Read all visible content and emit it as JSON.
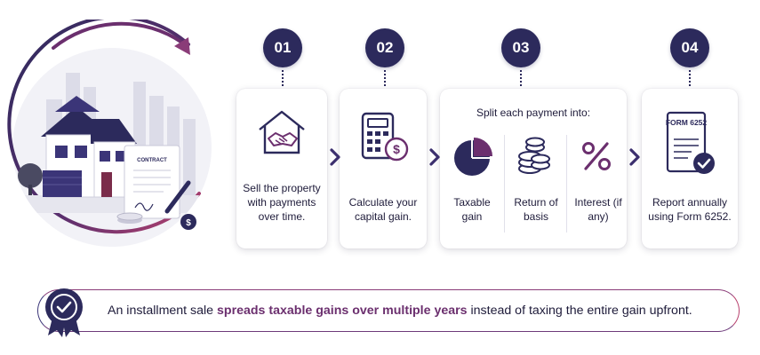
{
  "steps": [
    {
      "number": "01",
      "text": "Sell the property with payments over time."
    },
    {
      "number": "02",
      "text": "Calculate your capital gain."
    },
    {
      "number": "03",
      "title": "Split each payment into:",
      "parts": [
        "Taxable gain",
        "Return of basis",
        "Interest (if any)"
      ]
    },
    {
      "number": "04",
      "text": "Report annually using Form 6252."
    }
  ],
  "illustration": {
    "contract_label": "CONTRACT",
    "form_label": "FORM 6252"
  },
  "banner": {
    "before": "An installment sale ",
    "emphasis": "spreads taxable gains over multiple years",
    "after": " instead of taxing the entire gain upfront."
  },
  "colors": {
    "navy": "#2c2a5c",
    "plum": "#6b2f6e",
    "magenta": "#b8416e"
  },
  "icons": [
    "house-handshake-icon",
    "calculator-icon",
    "pie-chart-icon",
    "coin-stack-icon",
    "percent-icon",
    "form-document-icon",
    "award-ribbon-icon"
  ]
}
